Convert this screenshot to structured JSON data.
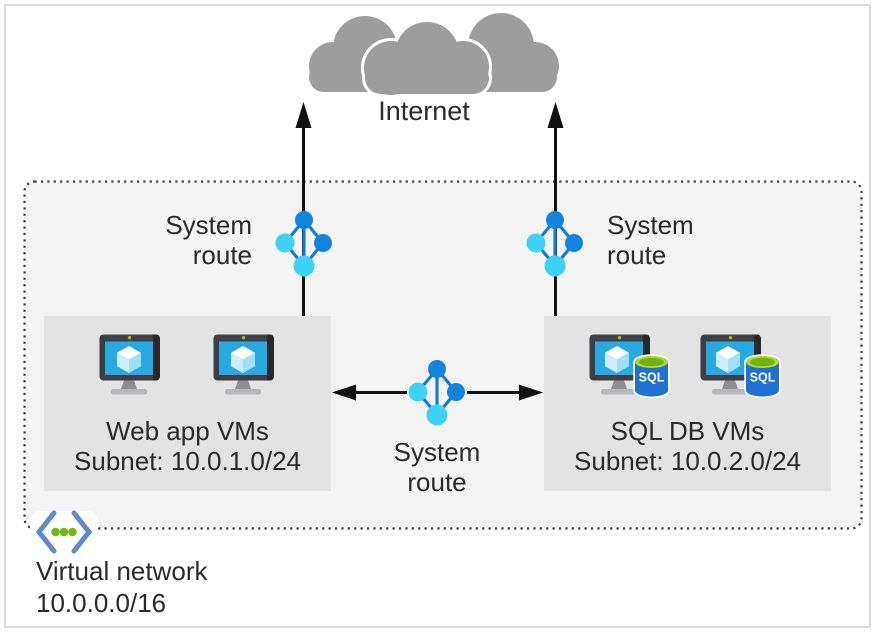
{
  "internet": {
    "label": "Internet"
  },
  "system_routes": {
    "left": {
      "label": "System route"
    },
    "right": {
      "label": "System route"
    },
    "center": {
      "label": "System route"
    }
  },
  "subnets": {
    "web": {
      "title": "Web app VMs",
      "subnet_line": "Subnet: 10.0.1.0/24",
      "vm_count": 2
    },
    "sql": {
      "title": "SQL DB VMs",
      "subnet_line": "Subnet: 10.0.2.0/24",
      "vm_count": 2
    }
  },
  "vnet": {
    "label": "Virtual network",
    "cidr": "10.0.0.0/16"
  },
  "sql_badge": "SQL",
  "palette": {
    "cloud_gray": "#9d9d9d",
    "vnet_fill": "#f4f4f4",
    "vnet_border": "#3e3e3e",
    "subnet_fill": "#e3e3e3",
    "arrow_black": "#111111",
    "route_node_dark": "#1284dc",
    "route_node_light": "#3ed2f6",
    "route_edge": "#1a79d4",
    "vm_screen": "#28a9e2",
    "vm_frame": "#3e3e44",
    "sql_body_blue": "#2070d2",
    "sql_top_green": "#72b105",
    "vnet_bracket_blue": "#5c8ac6",
    "vnet_dot_green": "#77b510"
  }
}
